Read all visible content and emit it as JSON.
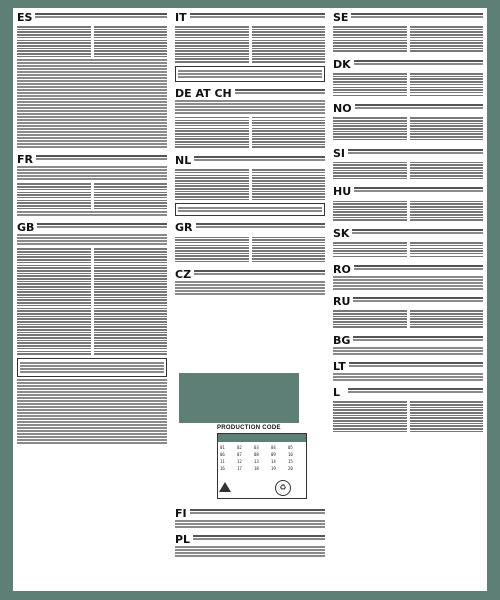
{
  "section_codes": {
    "col1": [
      "ES",
      "FR",
      "GB"
    ],
    "col2": [
      "IT",
      "DE AT CH",
      "NL",
      "GR",
      "CZ",
      "FI",
      "PL"
    ],
    "col3": [
      "SE",
      "DK",
      "NO",
      "SI",
      "HU",
      "SK",
      "RO",
      "RU",
      "BG",
      "LT",
      "L"
    ]
  },
  "production_code": {
    "label": "PRODUCTION CODE",
    "grid_values": [
      "01",
      "02",
      "03",
      "04",
      "05",
      "06",
      "07",
      "08",
      "09",
      "10",
      "11",
      "12",
      "13",
      "14",
      "15",
      "16",
      "17",
      "18",
      "19",
      "20"
    ]
  }
}
